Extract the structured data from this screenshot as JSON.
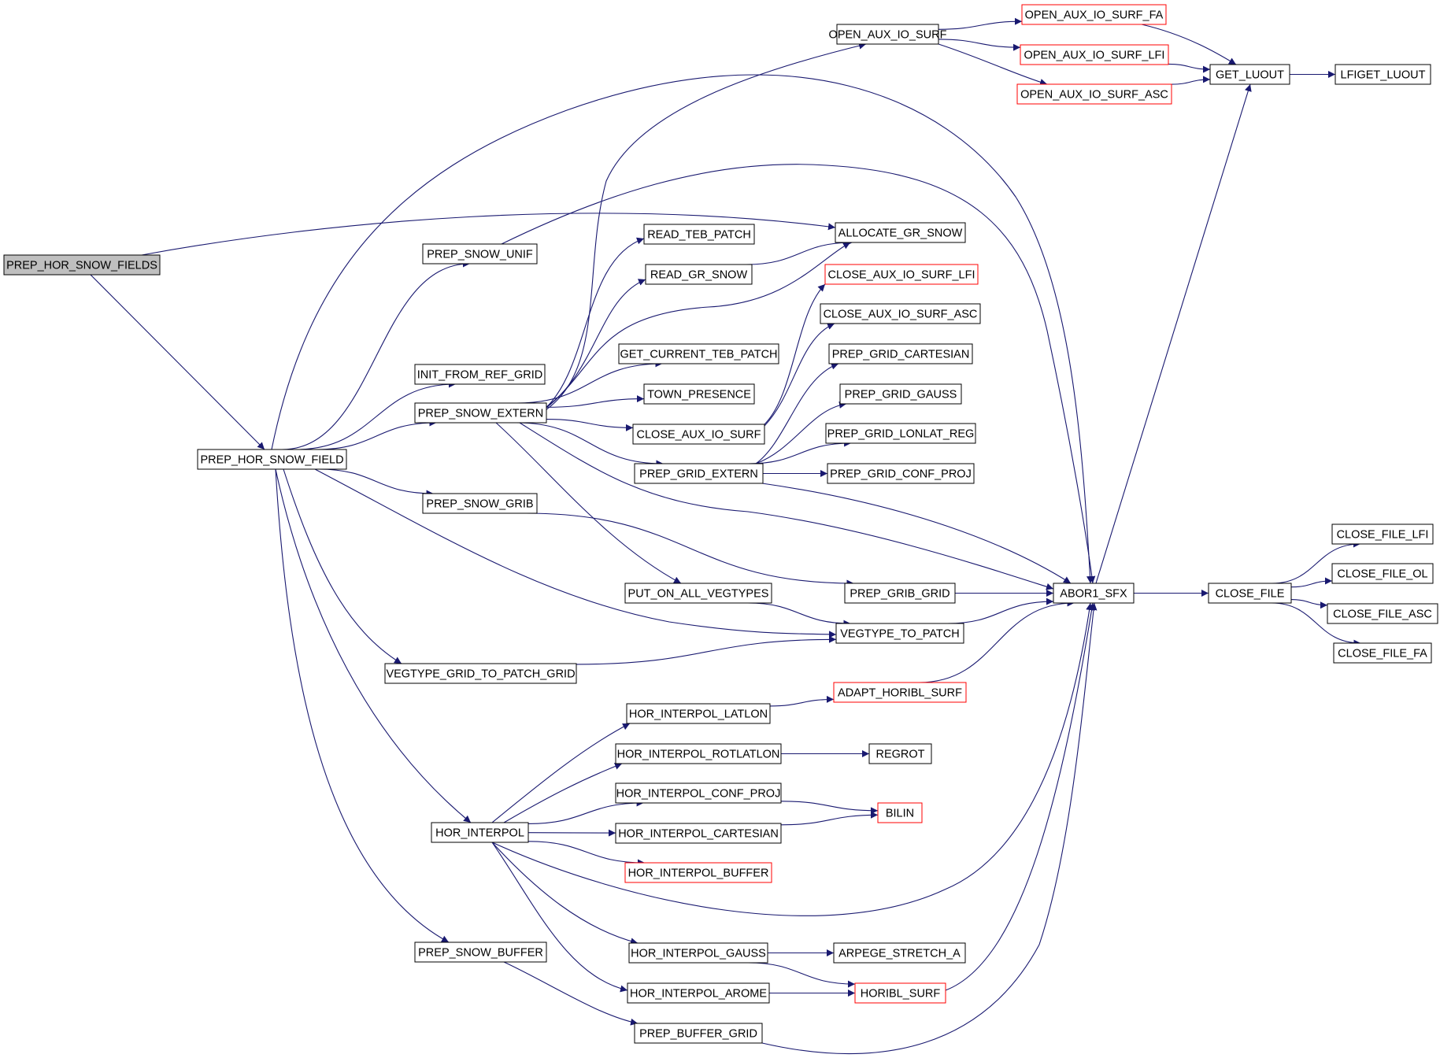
{
  "graph": {
    "nodes": [
      {
        "id": "PREP_HOR_SNOW_FIELDS",
        "label": "PREP_HOR_SNOW_FIELDS",
        "status": "root"
      },
      {
        "id": "PREP_HOR_SNOW_FIELD",
        "label": "PREP_HOR_SNOW_FIELD",
        "status": "normal"
      },
      {
        "id": "PREP_SNOW_UNIF",
        "label": "PREP_SNOW_UNIF",
        "status": "normal"
      },
      {
        "id": "INIT_FROM_REF_GRID",
        "label": "INIT_FROM_REF_GRID",
        "status": "normal"
      },
      {
        "id": "PREP_SNOW_EXTERN",
        "label": "PREP_SNOW_EXTERN",
        "status": "normal"
      },
      {
        "id": "PREP_SNOW_GRIB",
        "label": "PREP_SNOW_GRIB",
        "status": "normal"
      },
      {
        "id": "VEGTYPE_GRID_TO_PATCH_GRID",
        "label": "VEGTYPE_GRID_TO_PATCH_GRID",
        "status": "normal"
      },
      {
        "id": "HOR_INTERPOL",
        "label": "HOR_INTERPOL",
        "status": "normal"
      },
      {
        "id": "PREP_SNOW_BUFFER",
        "label": "PREP_SNOW_BUFFER",
        "status": "normal"
      },
      {
        "id": "READ_TEB_PATCH",
        "label": "READ_TEB_PATCH",
        "status": "normal"
      },
      {
        "id": "READ_GR_SNOW",
        "label": "READ_GR_SNOW",
        "status": "normal"
      },
      {
        "id": "GET_CURRENT_TEB_PATCH",
        "label": "GET_CURRENT_TEB_PATCH",
        "status": "normal"
      },
      {
        "id": "TOWN_PRESENCE",
        "label": "TOWN_PRESENCE",
        "status": "normal"
      },
      {
        "id": "CLOSE_AUX_IO_SURF",
        "label": "CLOSE_AUX_IO_SURF",
        "status": "normal"
      },
      {
        "id": "PREP_GRID_EXTERN",
        "label": "PREP_GRID_EXTERN",
        "status": "normal"
      },
      {
        "id": "PUT_ON_ALL_VEGTYPES",
        "label": "PUT_ON_ALL_VEGTYPES",
        "status": "normal"
      },
      {
        "id": "HOR_INTERPOL_LATLON",
        "label": "HOR_INTERPOL_LATLON",
        "status": "normal"
      },
      {
        "id": "HOR_INTERPOL_ROTLATLON",
        "label": "HOR_INTERPOL_ROTLATLON",
        "status": "normal"
      },
      {
        "id": "HOR_INTERPOL_CONF_PROJ",
        "label": "HOR_INTERPOL_CONF_PROJ",
        "status": "normal"
      },
      {
        "id": "HOR_INTERPOL_CARTESIAN",
        "label": "HOR_INTERPOL_CARTESIAN",
        "status": "normal"
      },
      {
        "id": "HOR_INTERPOL_BUFFER",
        "label": "HOR_INTERPOL_BUFFER",
        "status": "truncated"
      },
      {
        "id": "HOR_INTERPOL_GAUSS",
        "label": "HOR_INTERPOL_GAUSS",
        "status": "normal"
      },
      {
        "id": "HOR_INTERPOL_AROME",
        "label": "HOR_INTERPOL_AROME",
        "status": "normal"
      },
      {
        "id": "PREP_BUFFER_GRID",
        "label": "PREP_BUFFER_GRID",
        "status": "normal"
      },
      {
        "id": "OPEN_AUX_IO_SURF",
        "label": "OPEN_AUX_IO_SURF",
        "status": "normal"
      },
      {
        "id": "ALLOCATE_GR_SNOW",
        "label": "ALLOCATE_GR_SNOW",
        "status": "normal"
      },
      {
        "id": "CLOSE_AUX_IO_SURF_LFI",
        "label": "CLOSE_AUX_IO_SURF_LFI",
        "status": "truncated"
      },
      {
        "id": "CLOSE_AUX_IO_SURF_ASC",
        "label": "CLOSE_AUX_IO_SURF_ASC",
        "status": "normal"
      },
      {
        "id": "PREP_GRID_CARTESIAN",
        "label": "PREP_GRID_CARTESIAN",
        "status": "normal"
      },
      {
        "id": "PREP_GRID_GAUSS",
        "label": "PREP_GRID_GAUSS",
        "status": "normal"
      },
      {
        "id": "PREP_GRID_LONLAT_REG",
        "label": "PREP_GRID_LONLAT_REG",
        "status": "normal"
      },
      {
        "id": "PREP_GRID_CONF_PROJ",
        "label": "PREP_GRID_CONF_PROJ",
        "status": "normal"
      },
      {
        "id": "PREP_GRIB_GRID",
        "label": "PREP_GRIB_GRID",
        "status": "normal"
      },
      {
        "id": "VEGTYPE_TO_PATCH",
        "label": "VEGTYPE_TO_PATCH",
        "status": "normal"
      },
      {
        "id": "ADAPT_HORIBL_SURF",
        "label": "ADAPT_HORIBL_SURF",
        "status": "truncated"
      },
      {
        "id": "REGROT",
        "label": "REGROT",
        "status": "normal"
      },
      {
        "id": "BILIN",
        "label": "BILIN",
        "status": "truncated"
      },
      {
        "id": "ARPEGE_STRETCH_A",
        "label": "ARPEGE_STRETCH_A",
        "status": "normal"
      },
      {
        "id": "HORIBL_SURF",
        "label": "HORIBL_SURF",
        "status": "truncated"
      },
      {
        "id": "OPEN_AUX_IO_SURF_FA",
        "label": "OPEN_AUX_IO_SURF_FA",
        "status": "truncated"
      },
      {
        "id": "OPEN_AUX_IO_SURF_LFI",
        "label": "OPEN_AUX_IO_SURF_LFI",
        "status": "truncated"
      },
      {
        "id": "OPEN_AUX_IO_SURF_ASC",
        "label": "OPEN_AUX_IO_SURF_ASC",
        "status": "truncated"
      },
      {
        "id": "ABOR1_SFX",
        "label": "ABOR1_SFX",
        "status": "normal"
      },
      {
        "id": "GET_LUOUT",
        "label": "GET_LUOUT",
        "status": "normal"
      },
      {
        "id": "LFIGET_LUOUT",
        "label": "LFIGET_LUOUT",
        "status": "normal"
      },
      {
        "id": "CLOSE_FILE",
        "label": "CLOSE_FILE",
        "status": "normal"
      },
      {
        "id": "CLOSE_FILE_LFI",
        "label": "CLOSE_FILE_LFI",
        "status": "normal"
      },
      {
        "id": "CLOSE_FILE_OL",
        "label": "CLOSE_FILE_OL",
        "status": "normal"
      },
      {
        "id": "CLOSE_FILE_ASC",
        "label": "CLOSE_FILE_ASC",
        "status": "normal"
      },
      {
        "id": "CLOSE_FILE_FA",
        "label": "CLOSE_FILE_FA",
        "status": "normal"
      }
    ],
    "edges": [
      [
        "PREP_HOR_SNOW_FIELDS",
        "PREP_HOR_SNOW_FIELD"
      ],
      [
        "PREP_HOR_SNOW_FIELDS",
        "ALLOCATE_GR_SNOW"
      ],
      [
        "PREP_HOR_SNOW_FIELD",
        "PREP_SNOW_UNIF"
      ],
      [
        "PREP_HOR_SNOW_FIELD",
        "INIT_FROM_REF_GRID"
      ],
      [
        "PREP_HOR_SNOW_FIELD",
        "PREP_SNOW_EXTERN"
      ],
      [
        "PREP_HOR_SNOW_FIELD",
        "PREP_SNOW_GRIB"
      ],
      [
        "PREP_HOR_SNOW_FIELD",
        "VEGTYPE_GRID_TO_PATCH_GRID"
      ],
      [
        "PREP_HOR_SNOW_FIELD",
        "HOR_INTERPOL"
      ],
      [
        "PREP_HOR_SNOW_FIELD",
        "PREP_SNOW_BUFFER"
      ],
      [
        "PREP_HOR_SNOW_FIELD",
        "VEGTYPE_TO_PATCH"
      ],
      [
        "PREP_HOR_SNOW_FIELD",
        "ABOR1_SFX"
      ],
      [
        "PREP_SNOW_UNIF",
        "ABOR1_SFX"
      ],
      [
        "PREP_SNOW_EXTERN",
        "OPEN_AUX_IO_SURF"
      ],
      [
        "PREP_SNOW_EXTERN",
        "READ_TEB_PATCH"
      ],
      [
        "PREP_SNOW_EXTERN",
        "READ_GR_SNOW"
      ],
      [
        "PREP_SNOW_EXTERN",
        "ALLOCATE_GR_SNOW"
      ],
      [
        "PREP_SNOW_EXTERN",
        "GET_CURRENT_TEB_PATCH"
      ],
      [
        "PREP_SNOW_EXTERN",
        "TOWN_PRESENCE"
      ],
      [
        "PREP_SNOW_EXTERN",
        "CLOSE_AUX_IO_SURF"
      ],
      [
        "PREP_SNOW_EXTERN",
        "PREP_GRID_EXTERN"
      ],
      [
        "PREP_SNOW_EXTERN",
        "PUT_ON_ALL_VEGTYPES"
      ],
      [
        "PREP_SNOW_EXTERN",
        "ABOR1_SFX"
      ],
      [
        "READ_GR_SNOW",
        "ALLOCATE_GR_SNOW"
      ],
      [
        "CLOSE_AUX_IO_SURF",
        "CLOSE_AUX_IO_SURF_LFI"
      ],
      [
        "CLOSE_AUX_IO_SURF",
        "CLOSE_AUX_IO_SURF_ASC"
      ],
      [
        "PREP_GRID_EXTERN",
        "PREP_GRID_CARTESIAN"
      ],
      [
        "PREP_GRID_EXTERN",
        "PREP_GRID_GAUSS"
      ],
      [
        "PREP_GRID_EXTERN",
        "PREP_GRID_LONLAT_REG"
      ],
      [
        "PREP_GRID_EXTERN",
        "PREP_GRID_CONF_PROJ"
      ],
      [
        "PREP_GRID_EXTERN",
        "ABOR1_SFX"
      ],
      [
        "PREP_SNOW_GRIB",
        "PREP_GRIB_GRID"
      ],
      [
        "PREP_GRIB_GRID",
        "ABOR1_SFX"
      ],
      [
        "PUT_ON_ALL_VEGTYPES",
        "VEGTYPE_TO_PATCH"
      ],
      [
        "VEGTYPE_GRID_TO_PATCH_GRID",
        "VEGTYPE_TO_PATCH"
      ],
      [
        "VEGTYPE_TO_PATCH",
        "ABOR1_SFX"
      ],
      [
        "HOR_INTERPOL",
        "HOR_INTERPOL_LATLON"
      ],
      [
        "HOR_INTERPOL",
        "HOR_INTERPOL_ROTLATLON"
      ],
      [
        "HOR_INTERPOL",
        "HOR_INTERPOL_CONF_PROJ"
      ],
      [
        "HOR_INTERPOL",
        "HOR_INTERPOL_CARTESIAN"
      ],
      [
        "HOR_INTERPOL",
        "HOR_INTERPOL_BUFFER"
      ],
      [
        "HOR_INTERPOL",
        "HOR_INTERPOL_GAUSS"
      ],
      [
        "HOR_INTERPOL",
        "HOR_INTERPOL_AROME"
      ],
      [
        "HOR_INTERPOL",
        "ABOR1_SFX"
      ],
      [
        "HOR_INTERPOL_LATLON",
        "ADAPT_HORIBL_SURF"
      ],
      [
        "ADAPT_HORIBL_SURF",
        "ABOR1_SFX"
      ],
      [
        "HOR_INTERPOL_ROTLATLON",
        "REGROT"
      ],
      [
        "HOR_INTERPOL_CONF_PROJ",
        "BILIN"
      ],
      [
        "HOR_INTERPOL_CARTESIAN",
        "BILIN"
      ],
      [
        "HOR_INTERPOL_GAUSS",
        "ARPEGE_STRETCH_A"
      ],
      [
        "HOR_INTERPOL_GAUSS",
        "HORIBL_SURF"
      ],
      [
        "HOR_INTERPOL_AROME",
        "HORIBL_SURF"
      ],
      [
        "HORIBL_SURF",
        "ABOR1_SFX"
      ],
      [
        "PREP_SNOW_BUFFER",
        "PREP_BUFFER_GRID"
      ],
      [
        "PREP_BUFFER_GRID",
        "ABOR1_SFX"
      ],
      [
        "OPEN_AUX_IO_SURF",
        "OPEN_AUX_IO_SURF_FA"
      ],
      [
        "OPEN_AUX_IO_SURF",
        "OPEN_AUX_IO_SURF_LFI"
      ],
      [
        "OPEN_AUX_IO_SURF",
        "OPEN_AUX_IO_SURF_ASC"
      ],
      [
        "OPEN_AUX_IO_SURF_FA",
        "GET_LUOUT"
      ],
      [
        "OPEN_AUX_IO_SURF_LFI",
        "GET_LUOUT"
      ],
      [
        "OPEN_AUX_IO_SURF_ASC",
        "GET_LUOUT"
      ],
      [
        "GET_LUOUT",
        "LFIGET_LUOUT"
      ],
      [
        "ABOR1_SFX",
        "GET_LUOUT"
      ],
      [
        "ABOR1_SFX",
        "CLOSE_FILE"
      ],
      [
        "CLOSE_FILE",
        "CLOSE_FILE_LFI"
      ],
      [
        "CLOSE_FILE",
        "CLOSE_FILE_OL"
      ],
      [
        "CLOSE_FILE",
        "CLOSE_FILE_ASC"
      ],
      [
        "CLOSE_FILE",
        "CLOSE_FILE_FA"
      ]
    ]
  },
  "colors": {
    "edge": "#191970",
    "node_border": "#000000",
    "truncated_border": "#ff0000",
    "root_fill": "#bfbfbf",
    "node_fill": "#ffffff",
    "text": "#000000"
  }
}
